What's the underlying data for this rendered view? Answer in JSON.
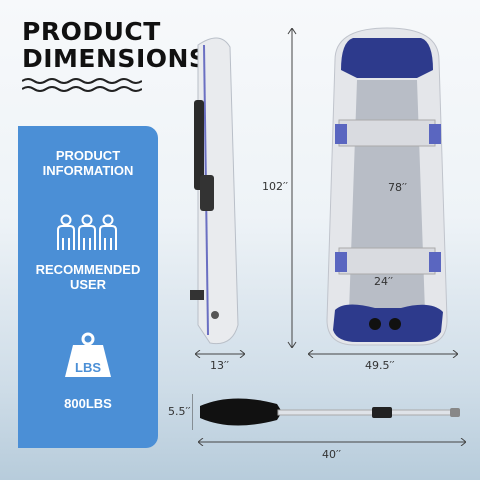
{
  "title": {
    "line1": "PRODUCT",
    "line2": "DIMENSIONS"
  },
  "info_panel": {
    "heading_line1": "PRODUCT",
    "heading_line2": "INFORMATION",
    "recommended_line1": "RECOMMENDED",
    "recommended_line2": "USER",
    "weight_badge": "LBS",
    "weight_value": "800LBS"
  },
  "dimensions": {
    "length": "102′′",
    "inner_length": "78′′",
    "width": "49.5′′",
    "inner_width": "24′′",
    "side_height": "13′′",
    "paddle_blade": "5.5′′",
    "paddle_length": "40′′"
  },
  "colors": {
    "accent_blue": "#4b8fd6",
    "boat_navy": "#2d3a8c",
    "boat_grey": "#e4e6ea"
  }
}
